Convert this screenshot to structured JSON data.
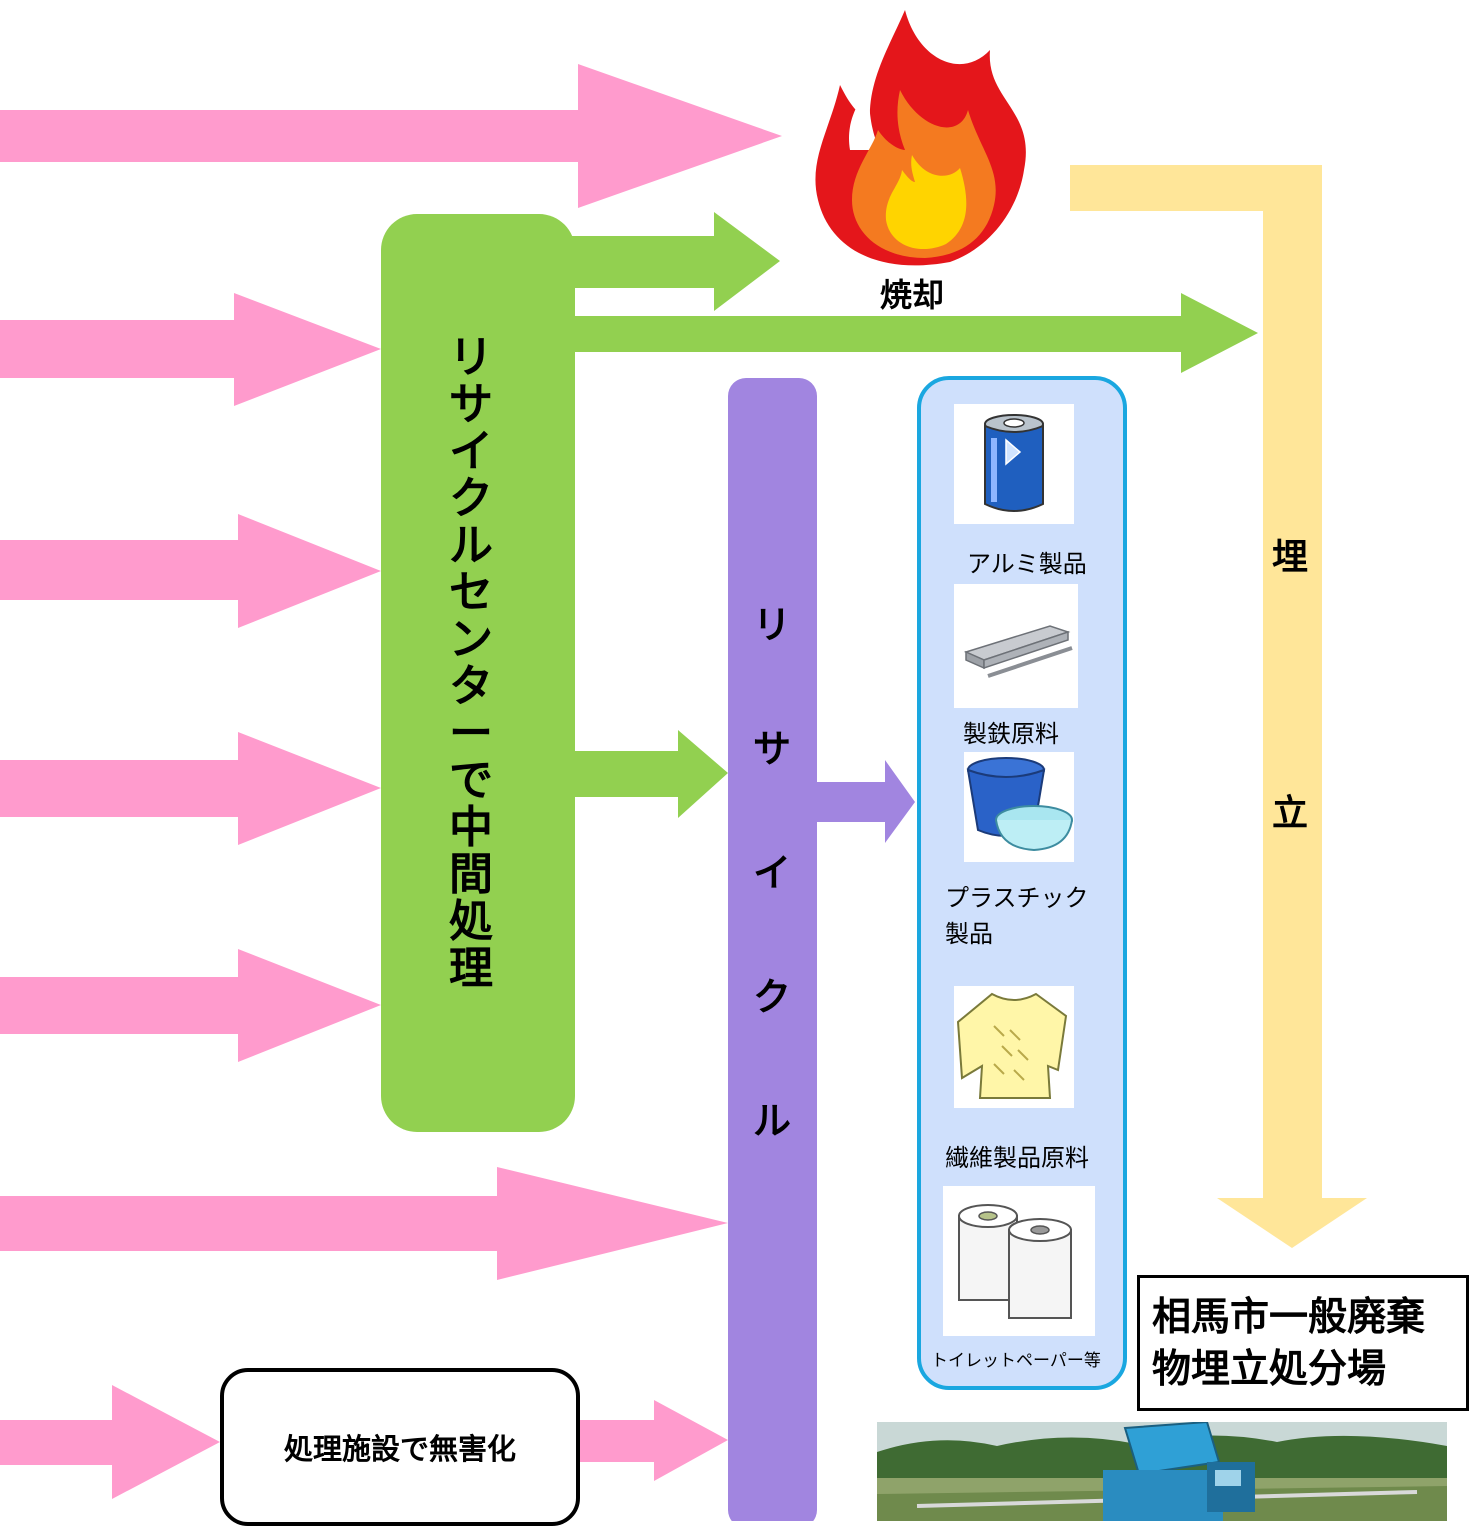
{
  "diagram": {
    "center": {
      "label": "リサイクルセンターで中間処理"
    },
    "recycle": {
      "label": "リサイクル"
    },
    "landfill": {
      "label": "埋立"
    },
    "incineration": {
      "label": "焼却",
      "icon": "fire-icon"
    },
    "detox": {
      "label": "処理施設で無害化"
    },
    "disposal_site": {
      "line1": "相馬市一般廃棄",
      "line2": "物埋立処分場"
    },
    "recycled_products": [
      {
        "label": "アルミ製品",
        "icon": "aluminum-can-icon"
      },
      {
        "label": "製鉄原料",
        "icon": "steel-beam-icon"
      },
      {
        "label": "プラスチック製品",
        "label_line1": "プラスチック",
        "label_line2": "製品",
        "icon": "plastic-bucket-icon"
      },
      {
        "label": "繊維製品原料",
        "icon": "sweater-icon"
      },
      {
        "label": "トイレットペーパー等",
        "icon": "toilet-paper-icon"
      }
    ],
    "colors": {
      "incoming_arrow": "#ff9bcd",
      "center": "#92d050",
      "recycle": "#a185e0",
      "landfill": "#ffe699",
      "products_panel": "#cfe0fc",
      "products_border": "#1aa7e0"
    }
  }
}
